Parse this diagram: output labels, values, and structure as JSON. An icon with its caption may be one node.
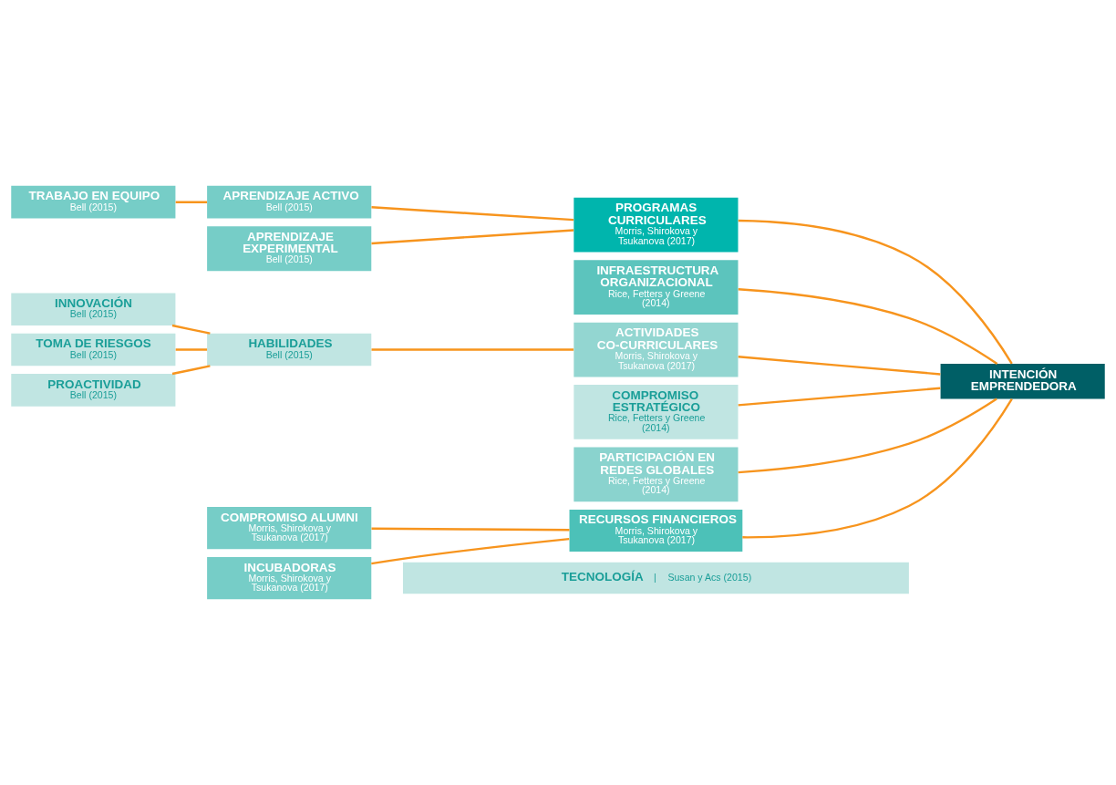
{
  "diagram": {
    "nodes": [
      {
        "text": [
          "TRABAJO EN EQUIPO",
          "Bell (2015)"
        ]
      },
      {
        "text": [
          "APRENDIZAJE ACTIVO",
          "Bell (2015)"
        ]
      },
      {
        "text": [
          "APRENDIZAJE EXPERIMENTAL",
          "Bell (2015)"
        ]
      },
      {
        "text": [
          "PROGRAMAS CURRICULARES",
          "Morris, Shirokova y Tsukanova (2017)"
        ]
      },
      {
        "text": [
          "INFRAESTRUCTURA ORGANIZACIONAL",
          "Rice, Fetters y Greene (2014)"
        ]
      },
      {
        "text": [
          "INNOVACIÓN",
          "Bell (2015)"
        ]
      },
      {
        "text": [
          "TOMA DE RIESGOS",
          "Bell (2015)"
        ]
      },
      {
        "text": [
          "PROACTIVIDAD",
          "Bell (2015)"
        ]
      },
      {
        "text": [
          "HABILIDADES",
          "Bell (2015)"
        ]
      },
      {
        "text": [
          "ACTIVIDADES CO-CURRICULARES",
          "Morris, Shirokova y Tsukanova (2017)"
        ]
      },
      {
        "text": [
          "COMPROMISO ESTRATÉGICO",
          "Rice, Fetters y Greene (2014)"
        ]
      },
      {
        "text": [
          "PARTICIPACIÓN EN REDES GLOBALES",
          "Rice, Fetters y Greene (2014)"
        ]
      },
      {
        "text": [
          "COMPROMISO ALUMNI",
          "Morris, Shirokova y Tsukanova (2017)"
        ]
      },
      {
        "text": [
          "RECURSOS FINANCIEROS",
          "Morris, Shirokova y Tsukanova (2017)"
        ]
      },
      {
        "text": [
          "INCUBADORAS",
          "Morris, Shirokova y Tsukanova (2017)"
        ]
      },
      {
        "text": [
          "INTENCIÓN EMPRENDEDORA"
        ]
      },
      {
        "text": [
          "TECNOLOGÍA",
          "|",
          "Susan y Acs (2015)"
        ]
      }
    ],
    "edges": [
      {
        "from": 0,
        "to": 1,
        "arrow": "none"
      },
      {
        "from": 1,
        "to": 3,
        "arrow": "none"
      },
      {
        "from": 2,
        "to": 3,
        "arrow": "none"
      },
      {
        "from": 5,
        "to": 8,
        "arrow": "none"
      },
      {
        "from": 6,
        "to": 8,
        "arrow": "none"
      },
      {
        "from": 7,
        "to": 8,
        "arrow": "none"
      },
      {
        "from": 8,
        "to": 9,
        "arrow": "none"
      },
      {
        "from": 12,
        "to": 13,
        "arrow": "none"
      },
      {
        "from": 14,
        "to": 13,
        "arrow": "none"
      },
      {
        "from": 3,
        "to": 15,
        "arrow": "none"
      },
      {
        "from": 4,
        "to": 15,
        "arrow": "none"
      },
      {
        "from": 9,
        "to": 15,
        "arrow": "none"
      },
      {
        "from": 10,
        "to": 15,
        "arrow": "none"
      },
      {
        "from": 11,
        "to": 15,
        "arrow": "none"
      },
      {
        "from": 13,
        "to": 15,
        "arrow": "none"
      }
    ]
  }
}
